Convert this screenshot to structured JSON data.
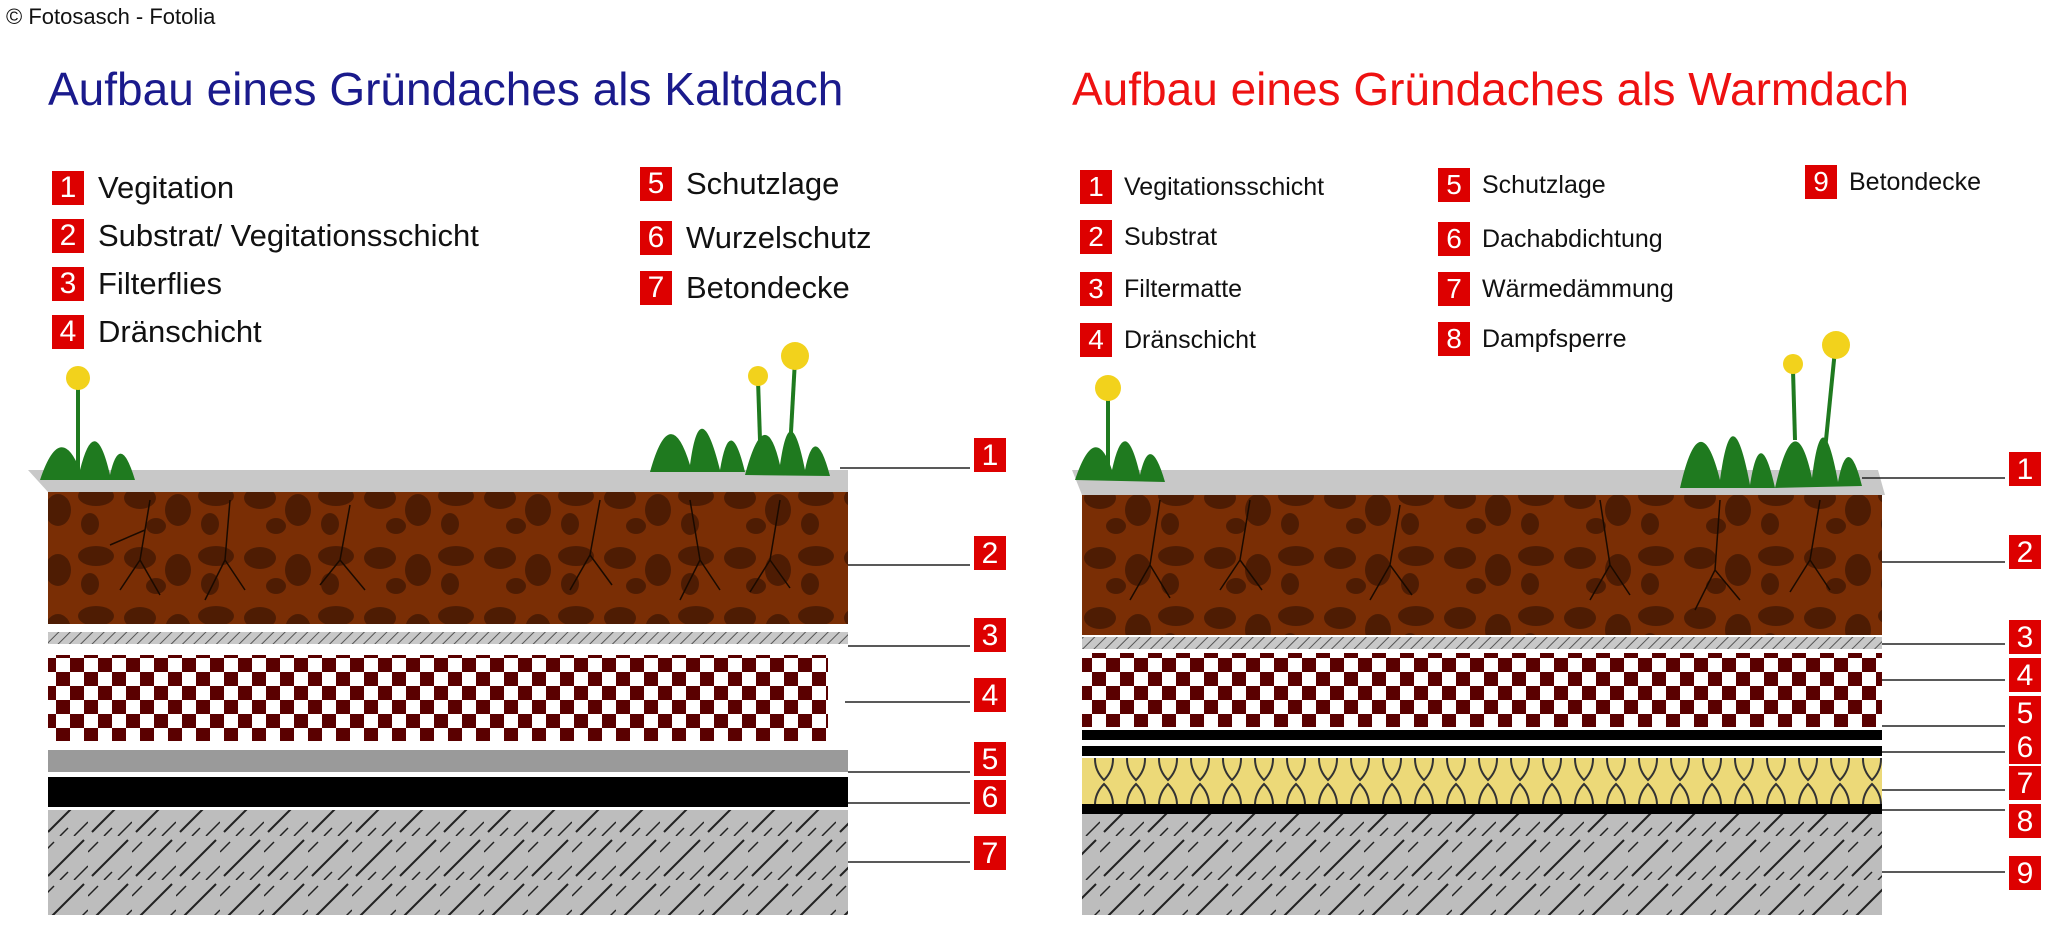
{
  "copyright": "© Fotosasch - Fotolia",
  "left": {
    "title": "Aufbau eines Gründaches als Kaltdach",
    "title_color": "#1a1a8c",
    "legend": [
      {
        "num": "1",
        "label": "Vegitation"
      },
      {
        "num": "2",
        "label": "Substrat/ Vegitationsschicht"
      },
      {
        "num": "3",
        "label": "Filterflies"
      },
      {
        "num": "4",
        "label": "Dränschicht"
      },
      {
        "num": "5",
        "label": "Schutzlage"
      },
      {
        "num": "6",
        "label": "Wurzelschutz"
      },
      {
        "num": "7",
        "label": "Betondecke"
      }
    ],
    "callouts": [
      "1",
      "2",
      "3",
      "4",
      "5",
      "6",
      "7"
    ]
  },
  "right": {
    "title": "Aufbau eines Gründaches als Warmdach",
    "title_color": "#ee1111",
    "legend": [
      {
        "num": "1",
        "label": "Vegitationsschicht"
      },
      {
        "num": "2",
        "label": "Substrat"
      },
      {
        "num": "3",
        "label": "Filtermatte"
      },
      {
        "num": "4",
        "label": "Dränschicht"
      },
      {
        "num": "5",
        "label": "Schutzlage"
      },
      {
        "num": "6",
        "label": "Dachabdichtung"
      },
      {
        "num": "7",
        "label": "Wärmedämmung"
      },
      {
        "num": "8",
        "label": "Dampfsperre"
      },
      {
        "num": "9",
        "label": "Betondecke"
      }
    ],
    "callouts": [
      "1",
      "2",
      "3",
      "4",
      "5",
      "6",
      "7",
      "8",
      "9"
    ]
  },
  "colors": {
    "badge": "#dd0000",
    "soil": "#7a2e05",
    "soil_stone": "#4e1c03",
    "gravel": "#c8c8c8",
    "drain": "#5a0000",
    "protection": "#9a9a9a",
    "membrane": "#000000",
    "concrete": "#bdbdbd",
    "insulation": "#ecd978",
    "grass": "#1f7a1f",
    "flower": "#f2d21c"
  }
}
